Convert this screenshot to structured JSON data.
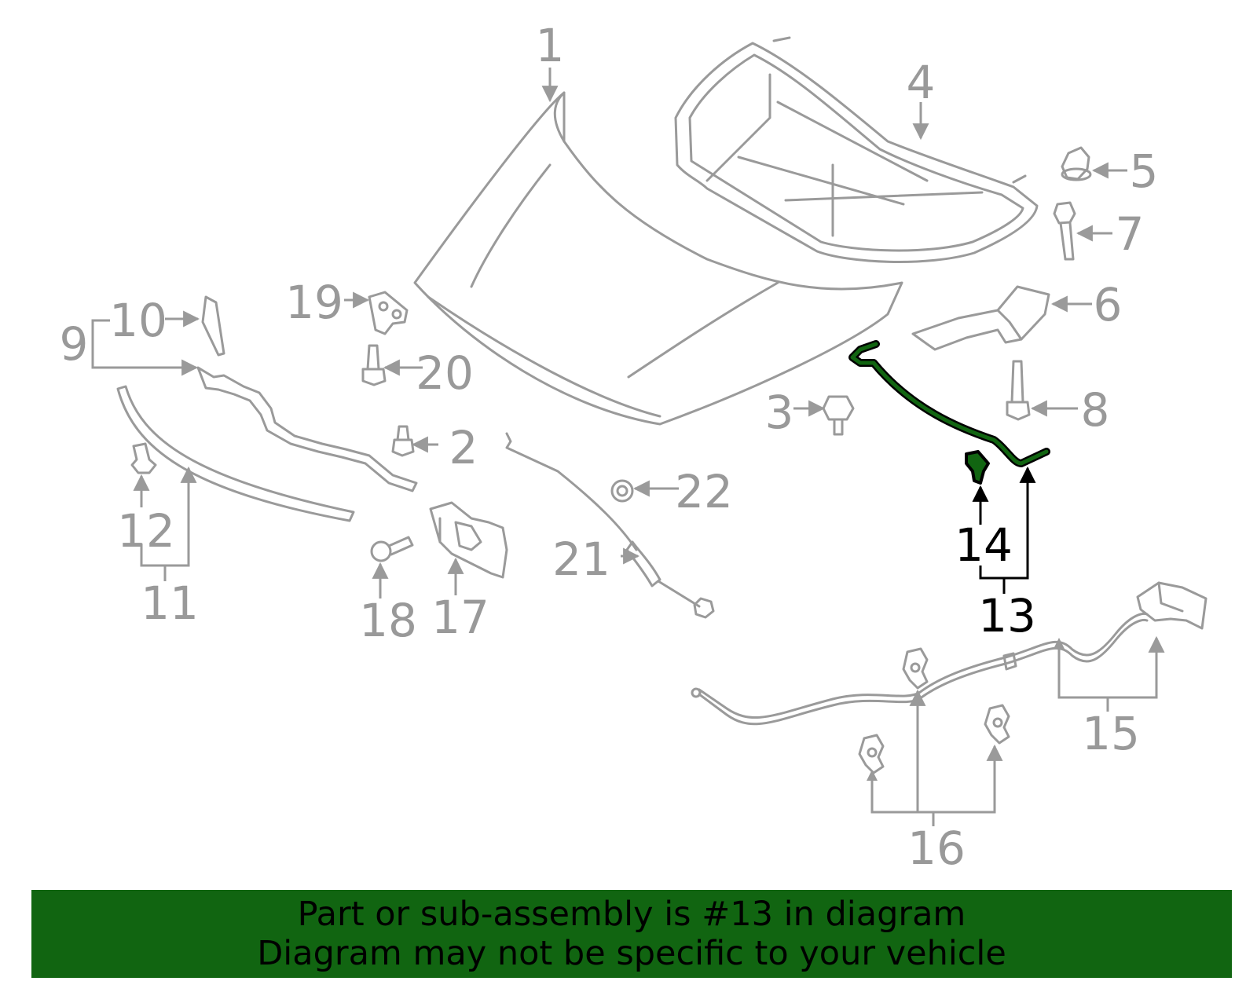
{
  "diagram": {
    "highlight_color": "#116511",
    "callouts": [
      {
        "id": "1",
        "label": "1"
      },
      {
        "id": "2",
        "label": "2"
      },
      {
        "id": "3",
        "label": "3"
      },
      {
        "id": "4",
        "label": "4"
      },
      {
        "id": "5",
        "label": "5"
      },
      {
        "id": "6",
        "label": "6"
      },
      {
        "id": "7",
        "label": "7"
      },
      {
        "id": "8",
        "label": "8"
      },
      {
        "id": "9",
        "label": "9"
      },
      {
        "id": "10",
        "label": "10"
      },
      {
        "id": "11",
        "label": "11"
      },
      {
        "id": "12",
        "label": "12"
      },
      {
        "id": "13",
        "label": "13",
        "highlighted": true
      },
      {
        "id": "14",
        "label": "14",
        "highlighted": true
      },
      {
        "id": "15",
        "label": "15"
      },
      {
        "id": "16",
        "label": "16"
      },
      {
        "id": "17",
        "label": "17"
      },
      {
        "id": "18",
        "label": "18"
      },
      {
        "id": "19",
        "label": "19"
      },
      {
        "id": "20",
        "label": "20"
      },
      {
        "id": "21",
        "label": "21"
      },
      {
        "id": "22",
        "label": "22"
      }
    ]
  },
  "banner": {
    "line1": "Part or sub-assembly is #13 in diagram",
    "line2": "Diagram may not be specific to your vehicle"
  }
}
